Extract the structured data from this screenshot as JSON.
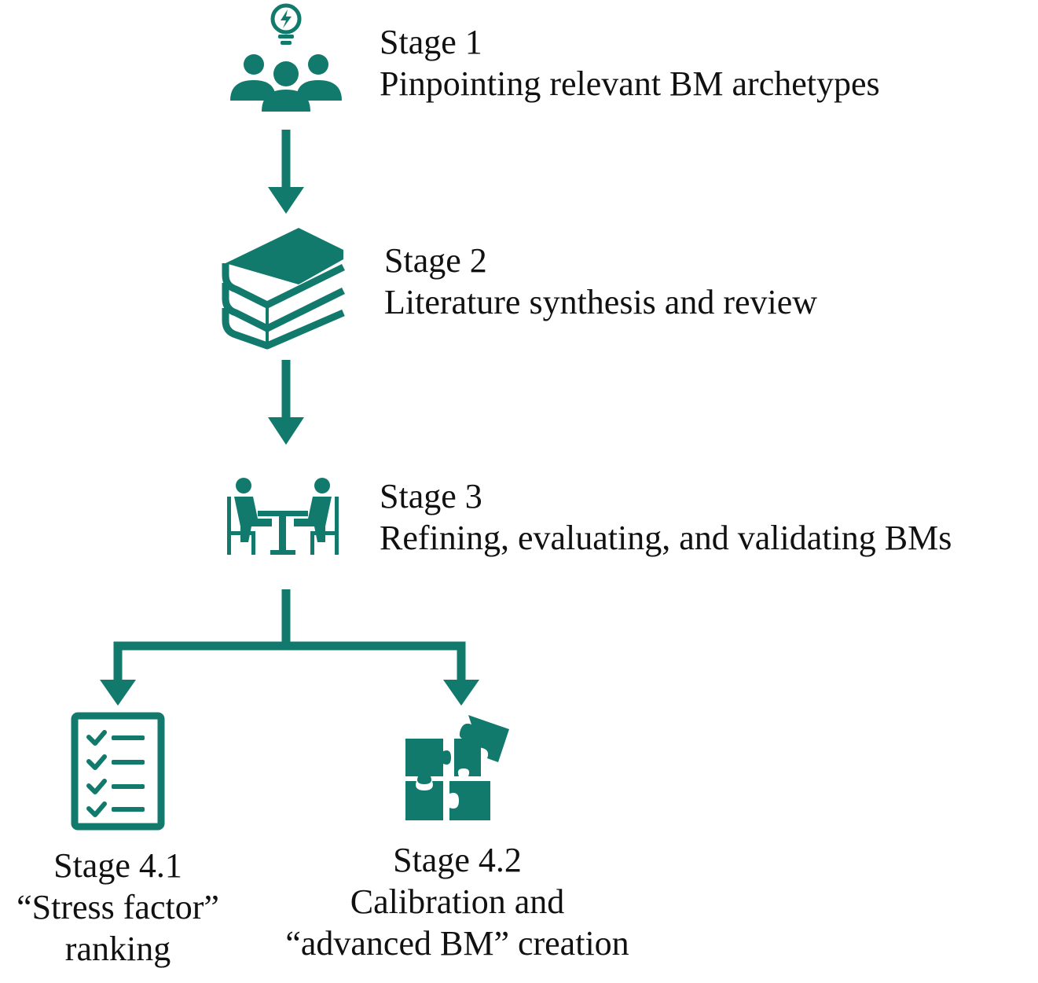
{
  "colors": {
    "accent": "#117a6d",
    "text": "#111111",
    "background": "#ffffff"
  },
  "stages": [
    {
      "id": "stage1",
      "icon": "team-idea-icon",
      "title": "Stage 1",
      "description": "Pinpointing relevant BM archetypes"
    },
    {
      "id": "stage2",
      "icon": "books-icon",
      "title": "Stage 2",
      "description": "Literature synthesis and review"
    },
    {
      "id": "stage3",
      "icon": "meeting-table-icon",
      "title": "Stage 3",
      "description": "Refining, evaluating, and validating BMs"
    },
    {
      "id": "stage41",
      "icon": "checklist-icon",
      "title": "Stage 4.1",
      "description_lines": [
        "“Stress factor”",
        "ranking"
      ]
    },
    {
      "id": "stage42",
      "icon": "puzzle-icon",
      "title": "Stage 4.2",
      "description_lines": [
        "Calibration and",
        "“advanced BM” creation"
      ]
    }
  ]
}
